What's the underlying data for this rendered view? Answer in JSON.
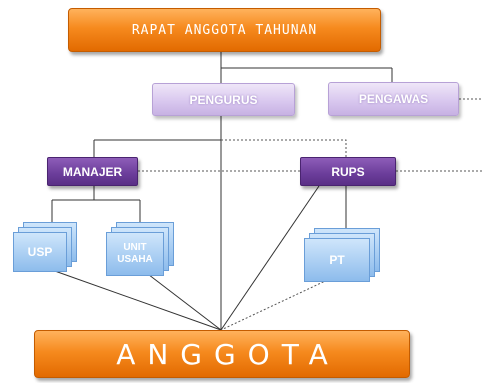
{
  "diagram": {
    "top": "RAPAT ANGGOTA TAHUNAN",
    "pengurus": "PENGURUS",
    "pengawas": "PENGAWAS",
    "manajer": "MANAJER",
    "rups": "RUPS",
    "usp": "USP",
    "unit_usaha_line1": "UNIT",
    "unit_usaha_line2": "USAHA",
    "pt": "PT",
    "bottom": "ANGGOTA"
  },
  "colors": {
    "orange": "#f68a1e",
    "lavender": "#d9c8ef",
    "purple": "#6b3d9a",
    "blue_doc": "#8dbcec",
    "line": "#333333"
  }
}
